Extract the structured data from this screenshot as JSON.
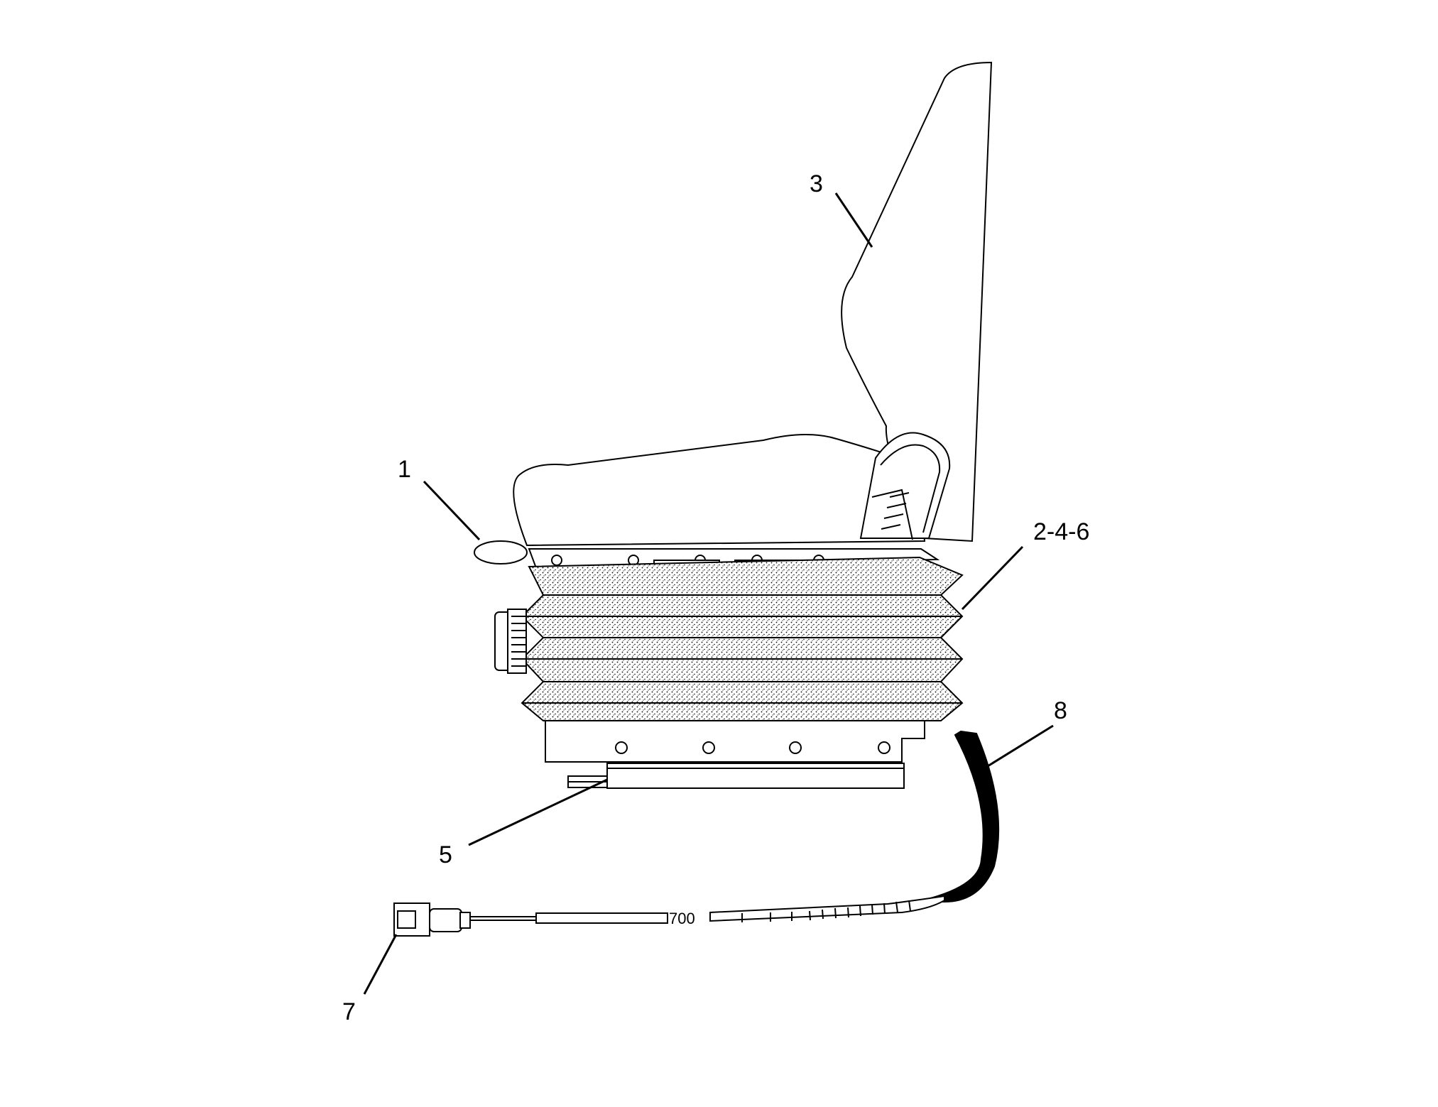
{
  "callouts": {
    "c1": "1",
    "c2": "2-4-6",
    "c3": "3",
    "c5": "5",
    "c7": "7",
    "c8": "8"
  },
  "cable_marking": "700",
  "colors": {
    "line": "#000000",
    "background": "#ffffff",
    "bellows_fill": "#d9d9d9"
  }
}
